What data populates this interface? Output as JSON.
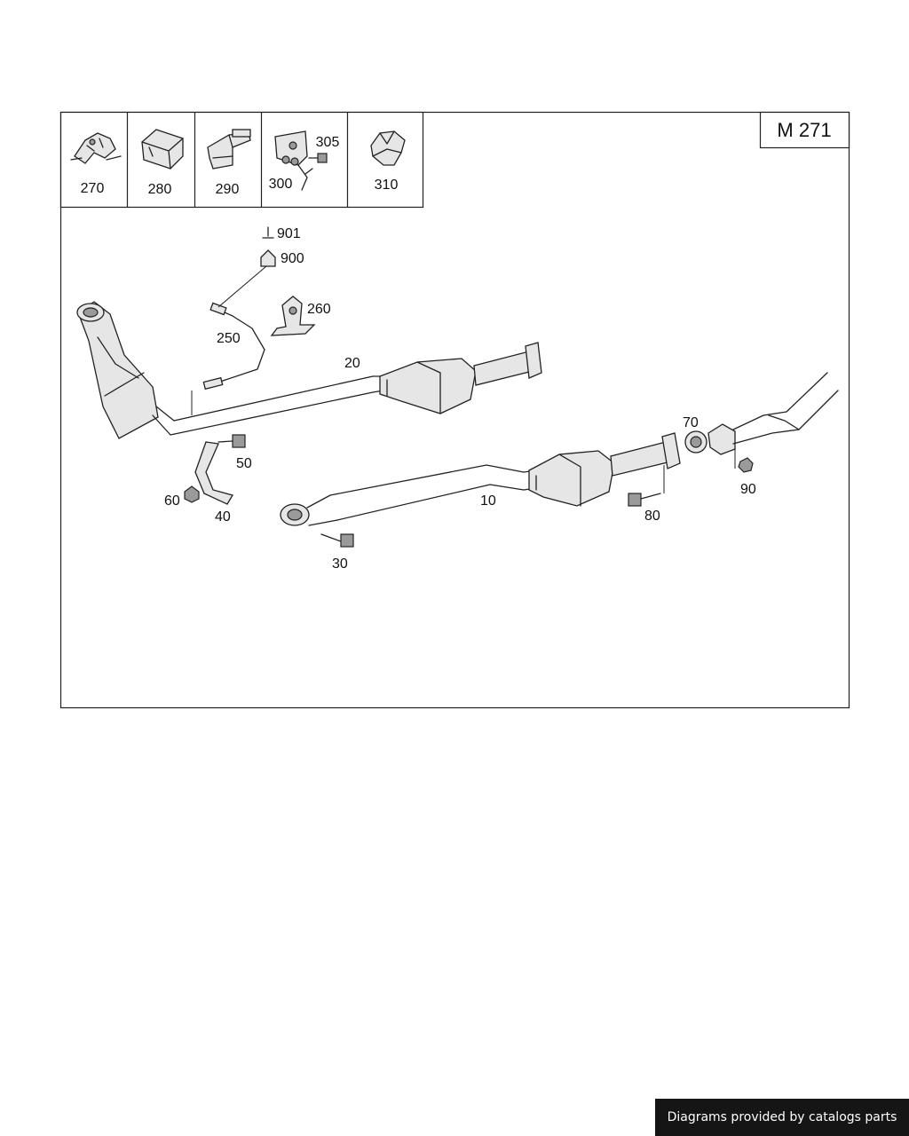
{
  "diagram": {
    "engine_code": "M 271",
    "thumbnails": [
      {
        "label": "270"
      },
      {
        "label": "280"
      },
      {
        "label": "290"
      },
      {
        "label": "300",
        "label2": "305"
      },
      {
        "label": "310"
      }
    ],
    "callouts": {
      "p10": "10",
      "p20": "20",
      "p30": "30",
      "p40": "40",
      "p50": "50",
      "p60": "60",
      "p70": "70",
      "p80": "80",
      "p90": "90",
      "p250": "250",
      "p260": "260",
      "p900": "900",
      "p901": "901"
    }
  },
  "footer": {
    "text": "Diagrams provided by catalogs parts"
  }
}
